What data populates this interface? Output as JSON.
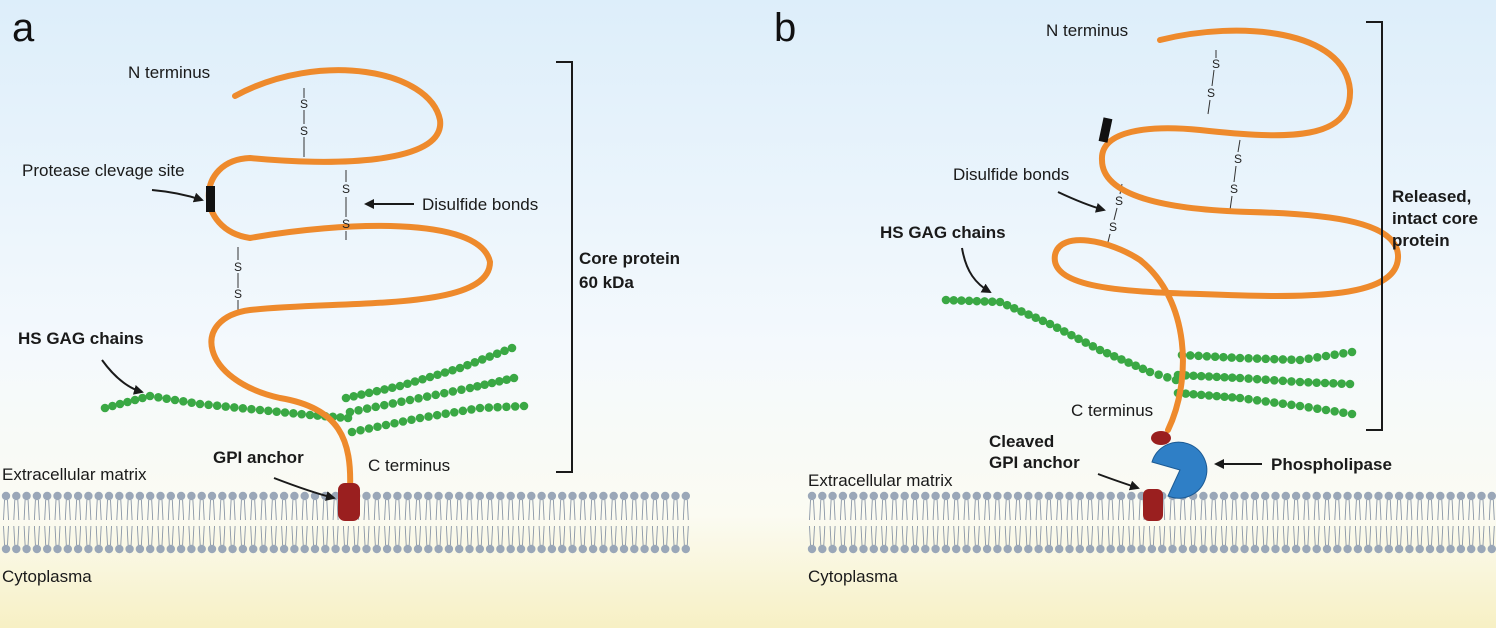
{
  "panel_a": {
    "letter": "a",
    "n_terminus": "N terminus",
    "c_terminus": "C terminus",
    "protease_site": "Protease clevage site",
    "disulfide": "Disulfide bonds",
    "hs_gag": "HS GAG chains",
    "gpi_anchor": "GPI anchor",
    "core_line1": "Core protein",
    "core_line2": "60 kDa",
    "ecm": "Extracellular matrix",
    "cytoplasm": "Cytoplasma"
  },
  "panel_b": {
    "letter": "b",
    "n_terminus": "N terminus",
    "c_terminus": "C terminus",
    "disulfide": "Disulfide bonds",
    "hs_gag": "HS GAG chains",
    "cleaved_line1": "Cleaved",
    "cleaved_line2": "GPI anchor",
    "phospholipase": "Phospholipase",
    "released_line1": "Released,",
    "released_line2": "intact core",
    "released_line3": "protein",
    "ecm": "Extracellular matrix",
    "cytoplasm": "Cytoplasma"
  },
  "sulfur": "S",
  "colors": {
    "protein": "#ee8a2c",
    "gag": "#3aa844",
    "anchor": "#9a1f1f",
    "enzyme": "#2f7fc6",
    "lipid_head": "#9aa7b8"
  }
}
